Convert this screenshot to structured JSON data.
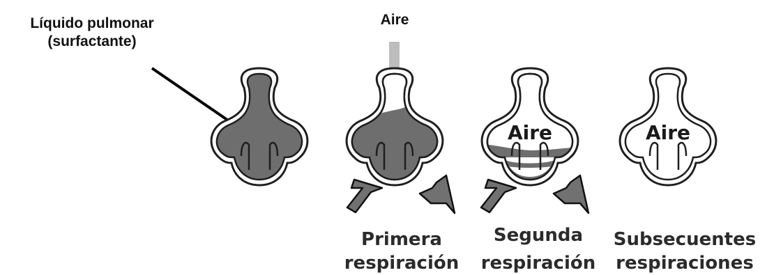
{
  "labels": {
    "fluid_line1": "Líquido pulmonar",
    "fluid_line2": "(surfactante)",
    "air_top": "Aire",
    "air_alveolus_3": "Aire",
    "air_alveolus_4": "Aire"
  },
  "captions": {
    "first_line1": "Primera",
    "first_line2": "respiración",
    "second_line1": "Segunda",
    "second_line2": "respiración",
    "subsequent_line1": "Subsecuentes",
    "subsequent_line2": "respiraciones"
  },
  "colors": {
    "fluid": "#6e6e6e",
    "outline": "#1e1e1e",
    "arrow_fill": "#717171",
    "air_arrow": "#bdbdbd",
    "caption_text": "#2b2b2b"
  }
}
